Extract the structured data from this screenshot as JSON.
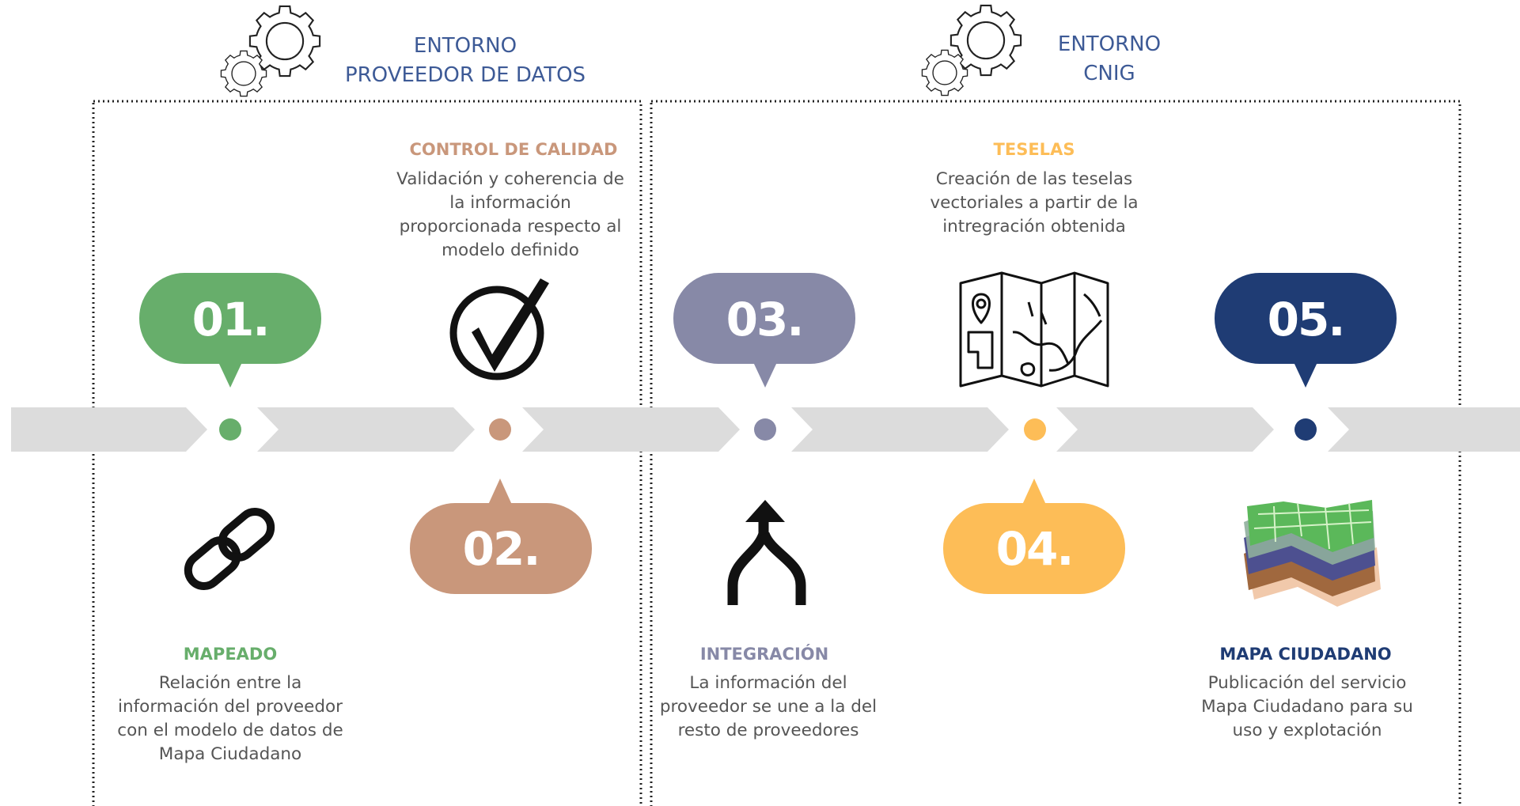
{
  "environments": [
    {
      "lines": [
        "ENTORNO",
        "PROVEEDOR DE DATOS"
      ],
      "icon": "gears-icon"
    },
    {
      "lines": [
        "ENTORNO",
        "CNIG"
      ],
      "icon": "gears-icon"
    }
  ],
  "colors": {
    "step1": "#67ae6b",
    "step2": "#c9977b",
    "step3": "#8789a7",
    "step4": "#fdbd57",
    "step5": "#1f3c74",
    "arrow": "#dcdcdc",
    "text": "#555555",
    "env": "#3d5a96"
  },
  "steps": [
    {
      "number": "01.",
      "title": "MAPEADO",
      "description": [
        "Relación entre la",
        "información del proveedor",
        "con el modelo de datos de",
        "Mapa Ciudadano"
      ],
      "icon": "link-icon"
    },
    {
      "number": "02.",
      "title": "CONTROL DE CALIDAD",
      "description": [
        "Validación y coherencia de",
        "la información",
        "proporcionada respecto al",
        "modelo definido"
      ],
      "icon": "checkmark-icon"
    },
    {
      "number": "03.",
      "title": "INTEGRACIÓN",
      "description": [
        "La información del",
        "proveedor se une a la del",
        "resto de proveedores"
      ],
      "icon": "merge-arrow-icon"
    },
    {
      "number": "04.",
      "title": "TESELAS",
      "description": [
        "Creación de las teselas",
        "vectoriales a partir de la",
        "intregración obtenida"
      ],
      "icon": "folded-map-icon"
    },
    {
      "number": "05.",
      "title": "MAPA CIUDADANO",
      "description": [
        "Publicación del servicio",
        "Mapa Ciudadano para su",
        "uso y explotación"
      ],
      "icon": "layered-map-icon"
    }
  ]
}
